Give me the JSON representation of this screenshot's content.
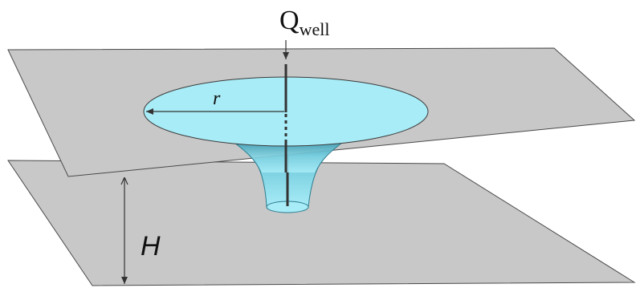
{
  "labels": {
    "flow_symbol": "Q",
    "flow_subscript": "well",
    "radius_symbol": "r",
    "thickness_symbol": "H"
  },
  "colors": {
    "plane_fill": "#c8c8c8",
    "plane_stroke": "#4a4a4a",
    "disk_fill": "#a8ecf7",
    "funnel_top": "#a8ecf7",
    "funnel_bottom": "#3a9bb0",
    "line": "#333333"
  }
}
